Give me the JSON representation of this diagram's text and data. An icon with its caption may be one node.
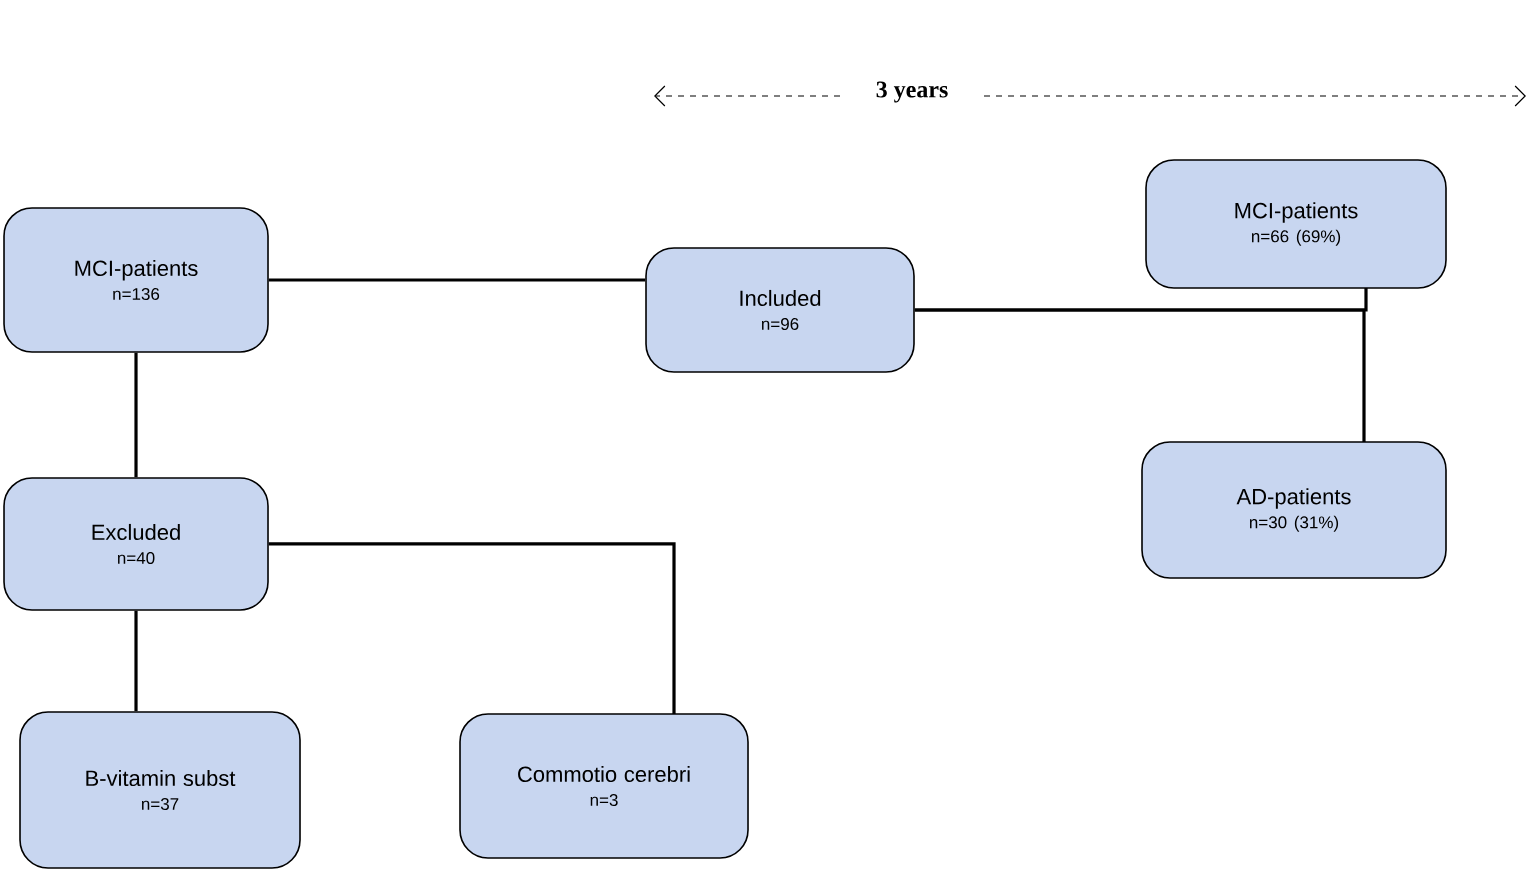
{
  "diagram": {
    "nodes": [
      {
        "text": [
          "MCI-patients",
          "n=136"
        ]
      },
      {
        "text": [
          "Included",
          "n=96"
        ]
      },
      {
        "text": [
          "MCI-patients",
          "n=66  (69%)"
        ]
      },
      {
        "text": [
          "AD-patients",
          "n=30  (31%)"
        ]
      },
      {
        "text": [
          "Excluded",
          "n=40"
        ]
      },
      {
        "text": [
          "B-vitamin subst",
          "n=37"
        ]
      },
      {
        "text": [
          "Commotio cerebri",
          "n=3"
        ]
      }
    ],
    "edges": [
      {
        "from": 0,
        "to": 1,
        "arrow": "none"
      },
      {
        "from": 1,
        "to": 2,
        "arrow": "none"
      },
      {
        "from": 1,
        "to": 3,
        "arrow": "none"
      },
      {
        "from": 0,
        "to": 4,
        "arrow": "none"
      },
      {
        "from": 4,
        "to": 5,
        "arrow": "none"
      },
      {
        "from": 4,
        "to": 6,
        "arrow": "none"
      }
    ],
    "labels": [
      "3 years"
    ]
  }
}
